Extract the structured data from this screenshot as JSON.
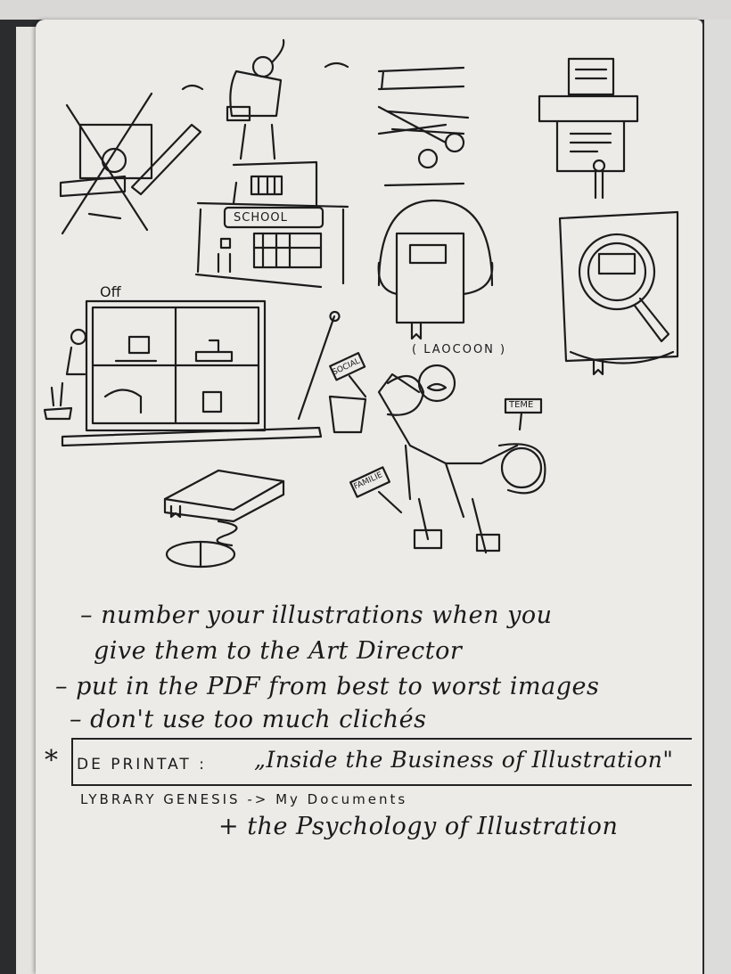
{
  "sketch_labels": {
    "school": "SCHOOL",
    "laocoon": "( LAOCOON )",
    "social": "SOCIAL",
    "teme": "TEME",
    "familie": "FAMILIE",
    "off": "Off"
  },
  "notes": {
    "line1": "– number your illustrations when you",
    "line2": "give them to the Art Director",
    "line3": "– put in the PDF from best to worst images",
    "line4": "– don't use too much clichés",
    "star": "*",
    "boxed_prefix": "DE PRINTAT :",
    "boxed_title": "„Inside the Business of Illustration\"",
    "line6": "LYBRARY GENESIS -> My Documents",
    "line7": "+ the Psychology of Illustration"
  }
}
